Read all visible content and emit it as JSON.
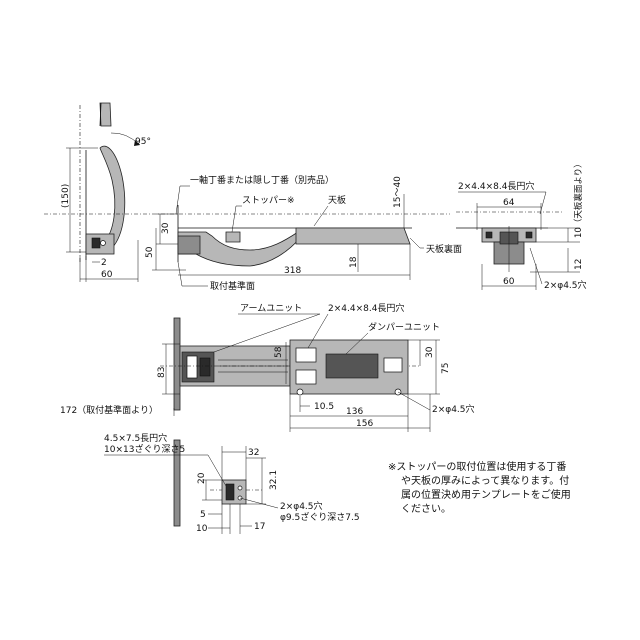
{
  "side_view_left": {
    "angle": "95°",
    "height": "(150)",
    "dim_2": "2",
    "dim_60": "60"
  },
  "side_view_main": {
    "hinge_note": "一軸丁番または隠し丁番（別売品）",
    "stopper_label": "ストッパー※",
    "top_board": "天板",
    "dim_15_40": "15～40",
    "dim_30": "30",
    "dim_50": "50",
    "dim_18": "18",
    "dim_318": "318",
    "mount_ref": "取付基準面",
    "underside": "天板裏面"
  },
  "end_view": {
    "slot": "2×4.4×8.4長円穴",
    "dim_64": "64",
    "dim_10": "10（天板裏面より）",
    "dim_12": "12",
    "dim_60": "60",
    "hole": "2×φ4.5穴"
  },
  "plan_view": {
    "arm_unit": "アームユニット",
    "slot": "2×4.4×8.4長円穴",
    "damper_unit": "ダンパーユニット",
    "dim_58": "58",
    "dim_83": "83",
    "dim_30": "30",
    "dim_75": "75",
    "dim_10_5": "10.5",
    "dim_136": "136",
    "dim_156": "156",
    "hole": "2×φ4.5穴",
    "dim_172": "172（取付基準面より）"
  },
  "stopper_view": {
    "slot_line1": "4.5×7.5長円穴",
    "slot_line2": "10×13ざぐり深さ5",
    "dim_32": "32",
    "dim_20": "20",
    "dim_32_1": "32.1",
    "dim_5": "5",
    "dim_10": "10",
    "dim_17": "17",
    "hole_line1": "2×φ4.5穴",
    "hole_line2": "φ9.5ざぐり深さ7.5"
  },
  "note": {
    "line1": "※ストッパーの取付位置は使用する丁番",
    "line2": "や天板の厚みによって異なります。付",
    "line3": "属の位置決め用テンプレートをご使用",
    "line4": "ください。"
  }
}
